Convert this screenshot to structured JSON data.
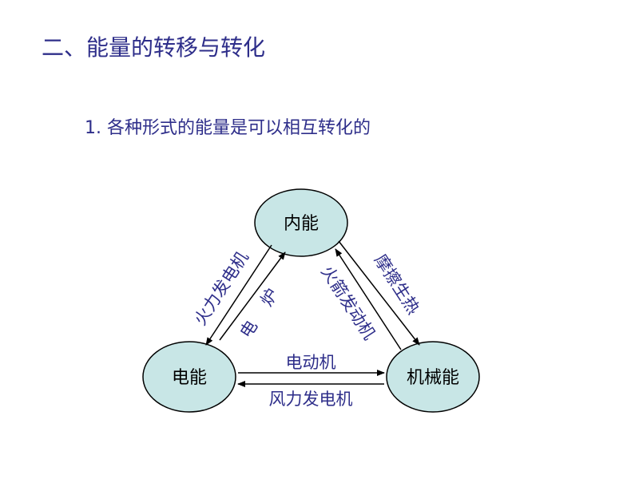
{
  "slide": {
    "title": "二、能量的转移与转化",
    "subtitle": "1. 各种形式的能量是可以相互转化的"
  },
  "colors": {
    "node_fill": "#c8e6e6",
    "node_stroke": "#000000",
    "text_accent": "#2e2e8a",
    "arrow": "#000000"
  },
  "diagram": {
    "nodes": {
      "internal": "内能",
      "electric": "电能",
      "mechanical": "机械能"
    },
    "edges": {
      "electric_to_internal": "电 炉",
      "internal_to_electric": "火力发电机",
      "internal_to_mechanical": "火箭发动机",
      "mechanical_to_internal": "摩擦生热",
      "electric_to_mechanical": "电动机",
      "mechanical_to_electric": "风力发电机"
    }
  }
}
